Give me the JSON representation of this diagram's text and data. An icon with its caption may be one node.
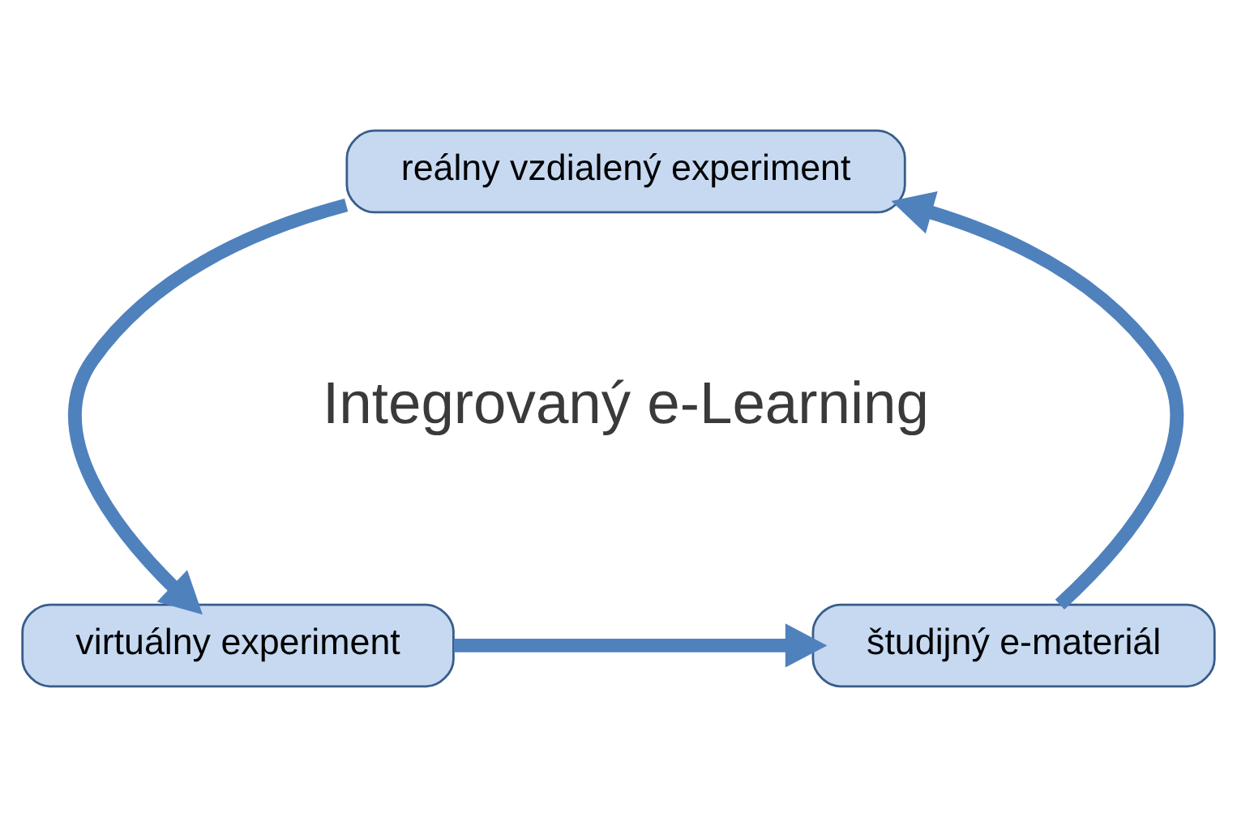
{
  "diagram": {
    "nodes": [
      {
        "text": [
          "reálny vzdialený experiment"
        ]
      },
      {
        "text": [
          "virtuálny experiment"
        ]
      },
      {
        "text": [
          "študijný e-materiál"
        ]
      }
    ],
    "edges": [
      {
        "from": 0,
        "to": 1,
        "arrow": "to"
      },
      {
        "from": 1,
        "to": 2,
        "arrow": "to"
      },
      {
        "from": 2,
        "to": 0,
        "arrow": "to"
      }
    ],
    "labels": [
      "Integrovaný e-Learning"
    ]
  }
}
